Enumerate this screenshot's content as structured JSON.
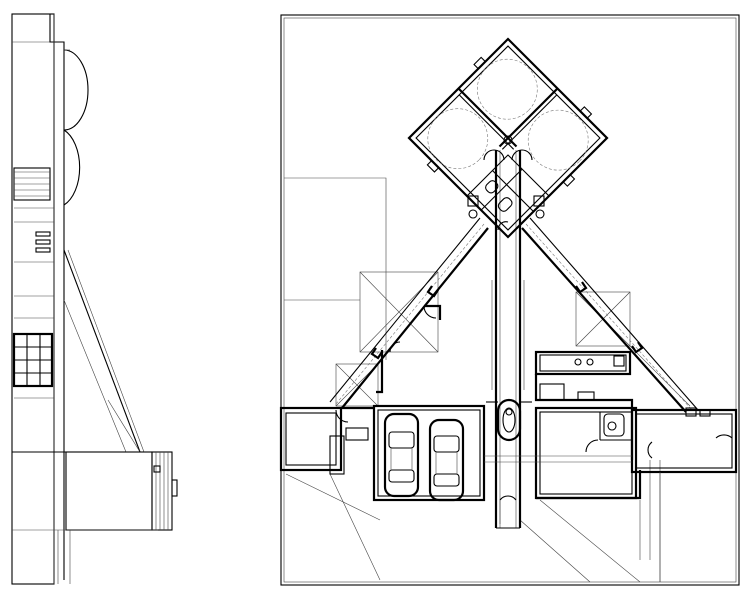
{
  "drawing": {
    "type": "architectural-plan",
    "views": [
      "side-elevation",
      "floor-plan"
    ],
    "text_labels": [],
    "colors": {
      "line": "#000000",
      "background": "#ffffff",
      "guide": "#777777"
    },
    "features": {
      "pods": 3,
      "cars_in_garage": 2,
      "toilets_in_pods": 2
    }
  }
}
